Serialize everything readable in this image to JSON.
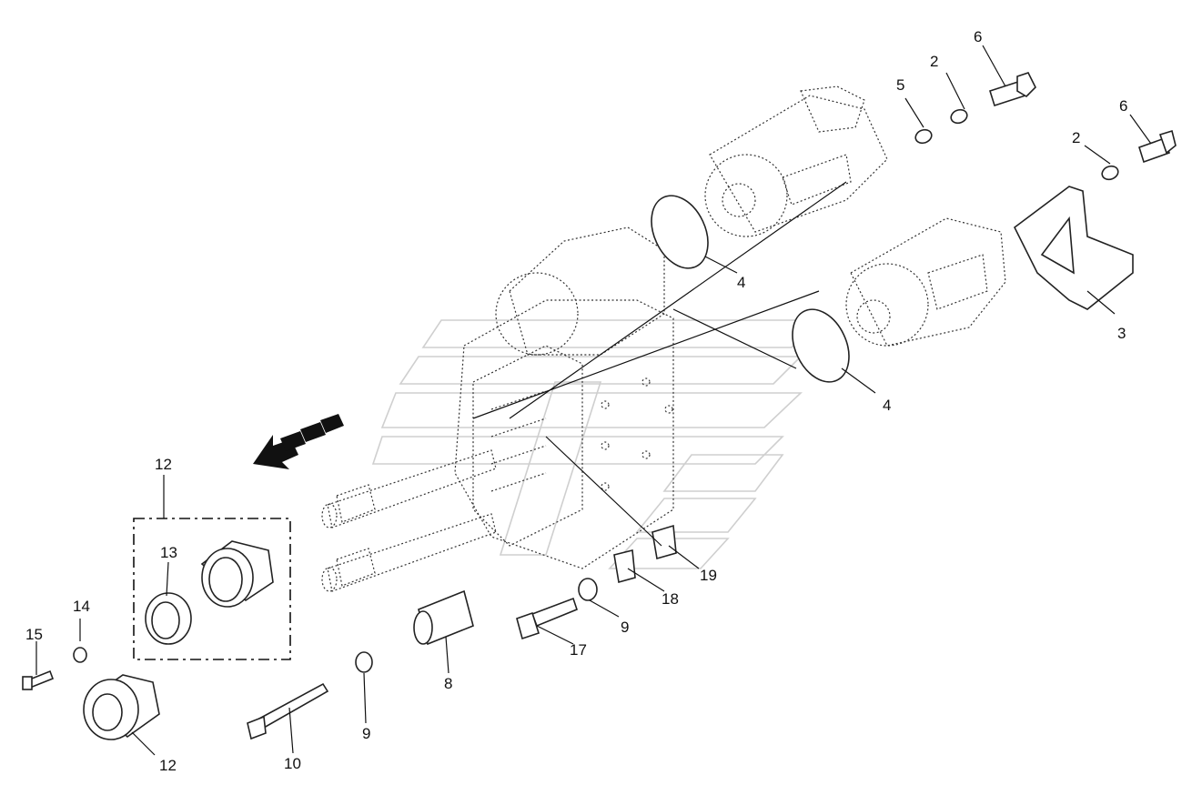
{
  "diagram": {
    "callouts": [
      "2",
      "2",
      "3",
      "4",
      "4",
      "5",
      "6",
      "6",
      "8",
      "9",
      "9",
      "10",
      "12",
      "12",
      "13",
      "14",
      "15",
      "17",
      "18",
      "19"
    ]
  },
  "icons": {
    "direction": "front-direction-arrow-icon"
  }
}
